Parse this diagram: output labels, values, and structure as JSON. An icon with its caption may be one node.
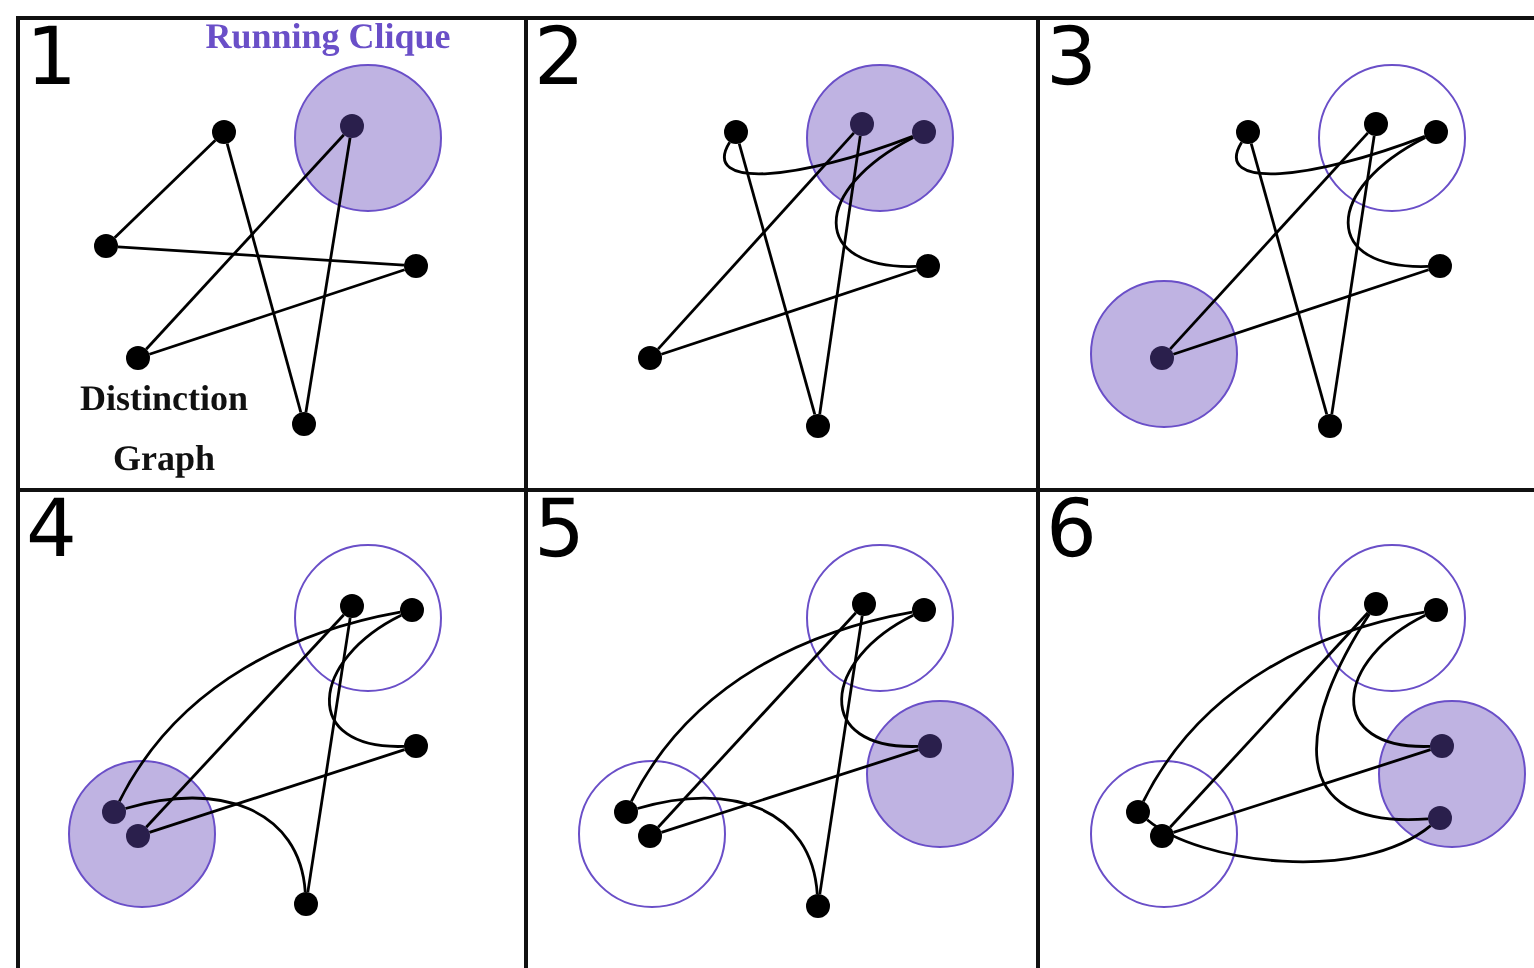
{
  "diagram": {
    "nodes": [
      {
        "text": [
          "1"
        ]
      },
      {
        "text": [],
        "shape": "circle",
        "in": 0
      },
      {
        "text": [],
        "shape": "dot",
        "in": 0
      },
      {
        "text": [],
        "shape": "dot",
        "in": 1
      },
      {
        "text": [],
        "shape": "dot",
        "in": 0
      },
      {
        "text": [],
        "shape": "dot",
        "in": 0
      },
      {
        "text": [],
        "shape": "dot",
        "in": 0
      },
      {
        "text": [],
        "shape": "dot",
        "in": 0
      },
      {
        "text": [
          "2"
        ]
      },
      {
        "text": [],
        "shape": "circle",
        "in": 8
      },
      {
        "text": [],
        "shape": "dot",
        "in": 8
      },
      {
        "text": [],
        "shape": "dot",
        "in": 9
      },
      {
        "text": [],
        "shape": "dot",
        "in": 9
      },
      {
        "text": [],
        "shape": "dot",
        "in": 8
      },
      {
        "text": [],
        "shape": "dot",
        "in": 8
      },
      {
        "text": [],
        "shape": "dot",
        "in": 8
      },
      {
        "text": [
          "3"
        ]
      },
      {
        "text": [],
        "shape": "circle",
        "in": 16
      },
      {
        "text": [],
        "shape": "circle",
        "in": 16
      },
      {
        "text": [],
        "shape": "dot",
        "in": 16
      },
      {
        "text": [],
        "shape": "dot",
        "in": 17
      },
      {
        "text": [],
        "shape": "dot",
        "in": 17
      },
      {
        "text": [],
        "shape": "dot",
        "in": 16
      },
      {
        "text": [],
        "shape": "dot",
        "in": 18
      },
      {
        "text": [],
        "shape": "dot",
        "in": 16
      },
      {
        "text": [
          "4"
        ]
      },
      {
        "text": [],
        "shape": "circle",
        "in": 25
      },
      {
        "text": [],
        "shape": "circle",
        "in": 25
      },
      {
        "text": [],
        "shape": "dot",
        "in": 26
      },
      {
        "text": [],
        "shape": "dot",
        "in": 26
      },
      {
        "text": [],
        "shape": "dot",
        "in": 25
      },
      {
        "text": [],
        "shape": "dot",
        "in": 27
      },
      {
        "text": [],
        "shape": "dot",
        "in": 27
      },
      {
        "text": [],
        "shape": "dot",
        "in": 25
      },
      {
        "text": [
          "5"
        ]
      },
      {
        "text": [],
        "shape": "circle",
        "in": 34
      },
      {
        "text": [],
        "shape": "circle",
        "in": 34
      },
      {
        "text": [],
        "shape": "circle",
        "in": 34
      },
      {
        "text": [],
        "shape": "dot",
        "in": 35
      },
      {
        "text": [],
        "shape": "dot",
        "in": 35
      },
      {
        "text": [],
        "shape": "dot",
        "in": 36
      },
      {
        "text": [],
        "shape": "dot",
        "in": 37
      },
      {
        "text": [],
        "shape": "dot",
        "in": 37
      },
      {
        "text": [],
        "shape": "dot",
        "in": 34
      },
      {
        "text": [
          "6"
        ]
      },
      {
        "text": [],
        "shape": "circle",
        "in": 44
      },
      {
        "text": [],
        "shape": "circle",
        "in": 44
      },
      {
        "text": [],
        "shape": "circle",
        "in": 44
      },
      {
        "text": [],
        "shape": "dot",
        "in": 45
      },
      {
        "text": [],
        "shape": "dot",
        "in": 45
      },
      {
        "text": [],
        "shape": "dot",
        "in": 46
      },
      {
        "text": [],
        "shape": "dot",
        "in": 46
      },
      {
        "text": [],
        "shape": "dot",
        "in": 47
      },
      {
        "text": [],
        "shape": "dot",
        "in": 47
      }
    ],
    "edges": [
      {
        "from": 2,
        "to": 4,
        "arrow": "none"
      },
      {
        "from": 2,
        "to": 7,
        "arrow": "none"
      },
      {
        "from": 4,
        "to": 5,
        "arrow": "none"
      },
      {
        "from": 5,
        "to": 6,
        "arrow": "none"
      },
      {
        "from": 6,
        "to": 3,
        "arrow": "none"
      },
      {
        "from": 3,
        "to": 7,
        "arrow": "none"
      },
      {
        "from": 10,
        "to": 15,
        "arrow": "none"
      },
      {
        "from": 10,
        "to": 12,
        "arrow": "none"
      },
      {
        "from": 14,
        "to": 11,
        "arrow": "none"
      },
      {
        "from": 11,
        "to": 15,
        "arrow": "none"
      },
      {
        "from": 12,
        "to": 13,
        "arrow": "none"
      },
      {
        "from": 14,
        "to": 13,
        "arrow": "none"
      },
      {
        "from": 19,
        "to": 24,
        "arrow": "none"
      },
      {
        "from": 19,
        "to": 21,
        "arrow": "none"
      },
      {
        "from": 23,
        "to": 20,
        "arrow": "none"
      },
      {
        "from": 20,
        "to": 24,
        "arrow": "none"
      },
      {
        "from": 21,
        "to": 22,
        "arrow": "none"
      },
      {
        "from": 23,
        "to": 22,
        "arrow": "none"
      },
      {
        "from": 31,
        "to": 29,
        "arrow": "none"
      },
      {
        "from": 32,
        "to": 28,
        "arrow": "none"
      },
      {
        "from": 28,
        "to": 33,
        "arrow": "none"
      },
      {
        "from": 29,
        "to": 30,
        "arrow": "none"
      },
      {
        "from": 32,
        "to": 30,
        "arrow": "none"
      },
      {
        "from": 31,
        "to": 33,
        "arrow": "none"
      },
      {
        "from": 41,
        "to": 39,
        "arrow": "none"
      },
      {
        "from": 42,
        "to": 38,
        "arrow": "none"
      },
      {
        "from": 38,
        "to": 43,
        "arrow": "none"
      },
      {
        "from": 39,
        "to": 40,
        "arrow": "none"
      },
      {
        "from": 42,
        "to": 40,
        "arrow": "none"
      },
      {
        "from": 41,
        "to": 43,
        "arrow": "none"
      },
      {
        "from": 52,
        "to": 49,
        "arrow": "none"
      },
      {
        "from": 53,
        "to": 48,
        "arrow": "none"
      },
      {
        "from": 48,
        "to": 51,
        "arrow": "none"
      },
      {
        "from": 49,
        "to": 50,
        "arrow": "none"
      },
      {
        "from": 53,
        "to": 50,
        "arrow": "none"
      },
      {
        "from": 52,
        "to": 51,
        "arrow": "none"
      }
    ],
    "labels": [
      "Running Clique",
      "Distinction Graph"
    ]
  }
}
